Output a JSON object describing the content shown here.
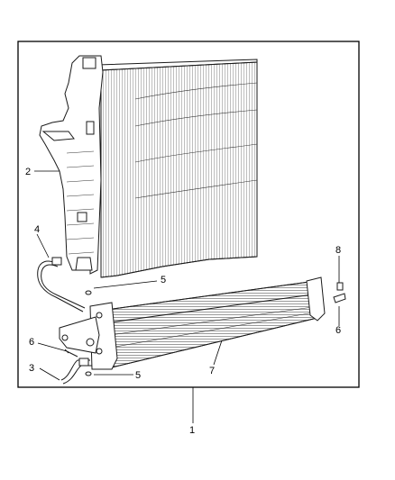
{
  "diagram": {
    "callouts": {
      "c1": "1",
      "c2": "2",
      "c3": "3",
      "c4": "4",
      "c5a": "5",
      "c5b": "5",
      "c6a": "6",
      "c6b": "6",
      "c7": "7",
      "c8": "8"
    }
  }
}
